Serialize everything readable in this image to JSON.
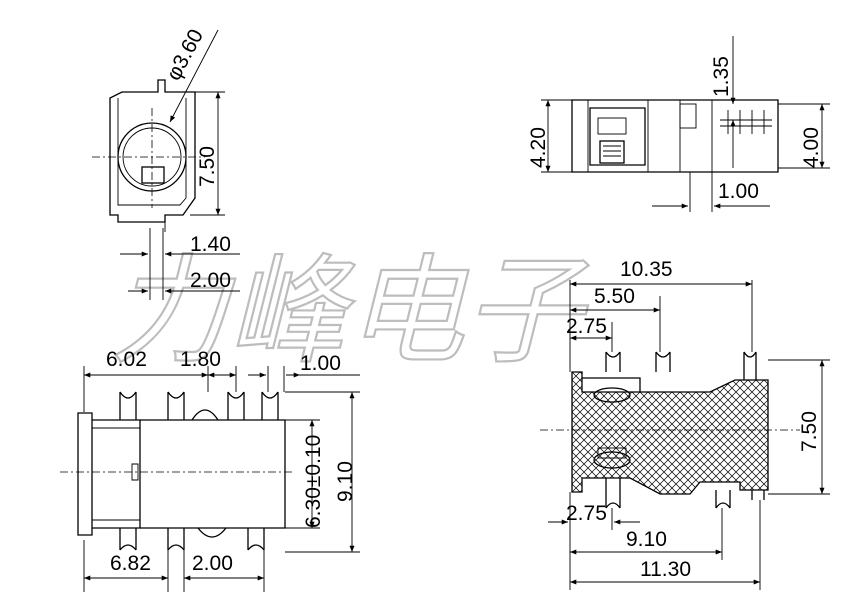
{
  "watermark": "力峰电子",
  "dimensions": {
    "top_left": {
      "diameter": "φ3.60",
      "height": "7.50",
      "pin_1": "1.40",
      "pin_2": "2.00"
    },
    "top_right": {
      "height_left": "4.20",
      "pin_top": "1.35",
      "height_right": "4.00",
      "pin_bottom": "1.00"
    },
    "bottom_left": {
      "d1": "6.02",
      "d2": "1.80",
      "d3": "1.00",
      "tol": "6.30±0.10",
      "height": "9.10",
      "d4": "6.82",
      "d5": "2.00"
    },
    "bottom_right": {
      "d1": "10.35",
      "d2": "5.50",
      "d3": "2.75",
      "height": "7.50",
      "d4": "2.75",
      "d5": "9.10",
      "d6": "11.30"
    }
  }
}
